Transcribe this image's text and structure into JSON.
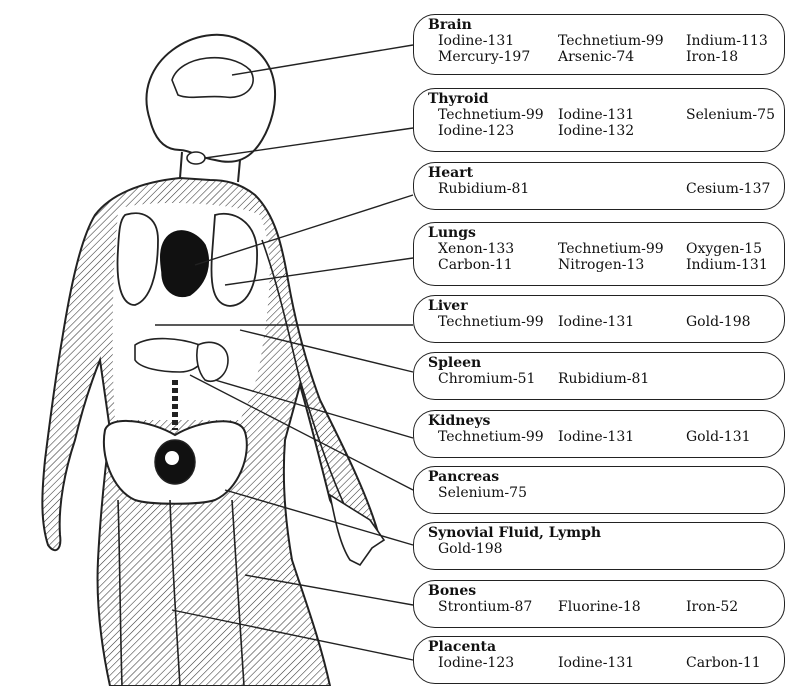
{
  "organs": [
    {
      "name": "Brain",
      "rows": [
        [
          "Iodine-131",
          "Technetium-99",
          "Indium-113"
        ],
        [
          "Mercury-197",
          "Arsenic-74",
          "Iron-18"
        ]
      ]
    },
    {
      "name": "Thyroid",
      "rows": [
        [
          "Technetium-99",
          "Iodine-131",
          "Selenium-75"
        ],
        [
          "Iodine-123",
          "Iodine-132",
          ""
        ]
      ]
    },
    {
      "name": "Heart",
      "rows": [
        [
          "Rubidium-81",
          "",
          "Cesium-137"
        ]
      ]
    },
    {
      "name": "Lungs",
      "rows": [
        [
          "Xenon-133",
          "Technetium-99",
          "Oxygen-15"
        ],
        [
          "Carbon-11",
          "Nitrogen-13",
          "Indium-131"
        ]
      ]
    },
    {
      "name": "Liver",
      "rows": [
        [
          "Technetium-99",
          "Iodine-131",
          "Gold-198"
        ]
      ]
    },
    {
      "name": "Spleen",
      "rows": [
        [
          "Chromium-51",
          "Rubidium-81",
          ""
        ]
      ]
    },
    {
      "name": "Kidneys",
      "rows": [
        [
          "Technetium-99",
          "Iodine-131",
          "Gold-131"
        ]
      ]
    },
    {
      "name": "Pancreas",
      "rows": [
        [
          "Selenium-75",
          "",
          ""
        ]
      ]
    },
    {
      "name": "Synovial Fluid, Lymph",
      "rows": [
        [
          "Gold-198",
          "",
          ""
        ]
      ]
    },
    {
      "name": "Bones",
      "rows": [
        [
          "Strontium-87",
          "Fluorine-18",
          "Iron-52"
        ]
      ]
    },
    {
      "name": "Placenta",
      "rows": [
        [
          "Iodine-123",
          "Iodine-131",
          "Carbon-11"
        ]
      ]
    }
  ],
  "colors": {
    "line": "#222222",
    "background": "#ffffff"
  }
}
